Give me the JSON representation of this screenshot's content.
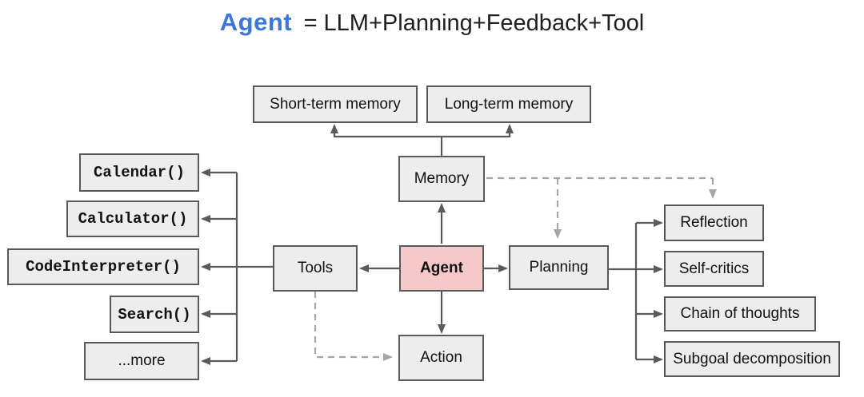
{
  "title": {
    "highlight": "Agent",
    "equation": "= LLM+Planning+Feedback+Tool"
  },
  "nodes": {
    "short_term_memory": "Short-term memory",
    "long_term_memory": "Long-term memory",
    "memory": "Memory",
    "tools": "Tools",
    "agent": "Agent",
    "planning": "Planning",
    "action": "Action"
  },
  "tool_items": [
    "Calendar()",
    "Calculator()",
    "CodeInterpreter()",
    "Search()",
    "...more"
  ],
  "planning_items": [
    "Reflection",
    "Self-critics",
    "Chain of thoughts",
    "Subgoal decomposition"
  ],
  "colors": {
    "title_accent": "#3c78d8",
    "agent_fill": "#f5c9c9",
    "node_fill": "#ededed",
    "node_border": "#595959",
    "solid_line": "#5a5a5a",
    "dashed_line": "#a6a6a6"
  }
}
